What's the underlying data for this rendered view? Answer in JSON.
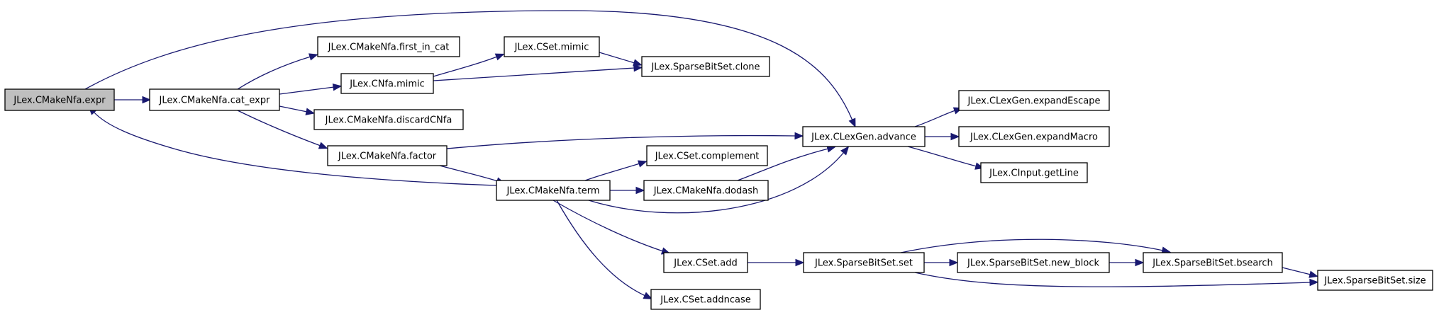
{
  "graph": {
    "colors": {
      "edge": "#191970",
      "node_border": "#000000",
      "node_fill": "#ffffff",
      "root_fill": "#bfbfbf"
    },
    "nodes": [
      {
        "id": "expr",
        "label": "JLex.CMakeNfa.expr",
        "root": true
      },
      {
        "id": "cat_expr",
        "label": "JLex.CMakeNfa.cat_expr"
      },
      {
        "id": "first_in_cat",
        "label": "JLex.CMakeNfa.first_in_cat"
      },
      {
        "id": "cnfa_mimic",
        "label": "JLex.CNfa.mimic"
      },
      {
        "id": "discardCNfa",
        "label": "JLex.CMakeNfa.discardCNfa"
      },
      {
        "id": "factor",
        "label": "JLex.CMakeNfa.factor"
      },
      {
        "id": "cset_mimic",
        "label": "JLex.CSet.mimic"
      },
      {
        "id": "clone",
        "label": "JLex.SparseBitSet.clone"
      },
      {
        "id": "complement",
        "label": "JLex.CSet.complement"
      },
      {
        "id": "term",
        "label": "JLex.CMakeNfa.term"
      },
      {
        "id": "dodash",
        "label": "JLex.CMakeNfa.dodash"
      },
      {
        "id": "advance",
        "label": "JLex.CLexGen.advance"
      },
      {
        "id": "expandEscape",
        "label": "JLex.CLexGen.expandEscape"
      },
      {
        "id": "expandMacro",
        "label": "JLex.CLexGen.expandMacro"
      },
      {
        "id": "getLine",
        "label": "JLex.CInput.getLine"
      },
      {
        "id": "cset_add",
        "label": "JLex.CSet.add"
      },
      {
        "id": "addncase",
        "label": "JLex.CSet.addncase"
      },
      {
        "id": "sbs_set",
        "label": "JLex.SparseBitSet.set"
      },
      {
        "id": "new_block",
        "label": "JLex.SparseBitSet.new_block"
      },
      {
        "id": "bsearch",
        "label": "JLex.SparseBitSet.bsearch"
      },
      {
        "id": "size",
        "label": "JLex.SparseBitSet.size"
      }
    ],
    "edges": [
      {
        "from": "expr",
        "to": "cat_expr"
      },
      {
        "from": "expr",
        "to": "advance"
      },
      {
        "from": "cat_expr",
        "to": "first_in_cat"
      },
      {
        "from": "cat_expr",
        "to": "cnfa_mimic"
      },
      {
        "from": "cat_expr",
        "to": "discardCNfa"
      },
      {
        "from": "cat_expr",
        "to": "factor"
      },
      {
        "from": "cnfa_mimic",
        "to": "cset_mimic"
      },
      {
        "from": "cnfa_mimic",
        "to": "clone"
      },
      {
        "from": "cset_mimic",
        "to": "clone"
      },
      {
        "from": "factor",
        "to": "advance"
      },
      {
        "from": "factor",
        "to": "term"
      },
      {
        "from": "term",
        "to": "expr"
      },
      {
        "from": "term",
        "to": "complement"
      },
      {
        "from": "term",
        "to": "dodash"
      },
      {
        "from": "term",
        "to": "advance"
      },
      {
        "from": "term",
        "to": "cset_add"
      },
      {
        "from": "term",
        "to": "addncase"
      },
      {
        "from": "dodash",
        "to": "advance"
      },
      {
        "from": "advance",
        "to": "expandEscape"
      },
      {
        "from": "advance",
        "to": "expandMacro"
      },
      {
        "from": "advance",
        "to": "getLine"
      },
      {
        "from": "cset_add",
        "to": "sbs_set"
      },
      {
        "from": "sbs_set",
        "to": "bsearch"
      },
      {
        "from": "sbs_set",
        "to": "new_block"
      },
      {
        "from": "sbs_set",
        "to": "size"
      },
      {
        "from": "new_block",
        "to": "bsearch"
      },
      {
        "from": "bsearch",
        "to": "size"
      }
    ]
  }
}
